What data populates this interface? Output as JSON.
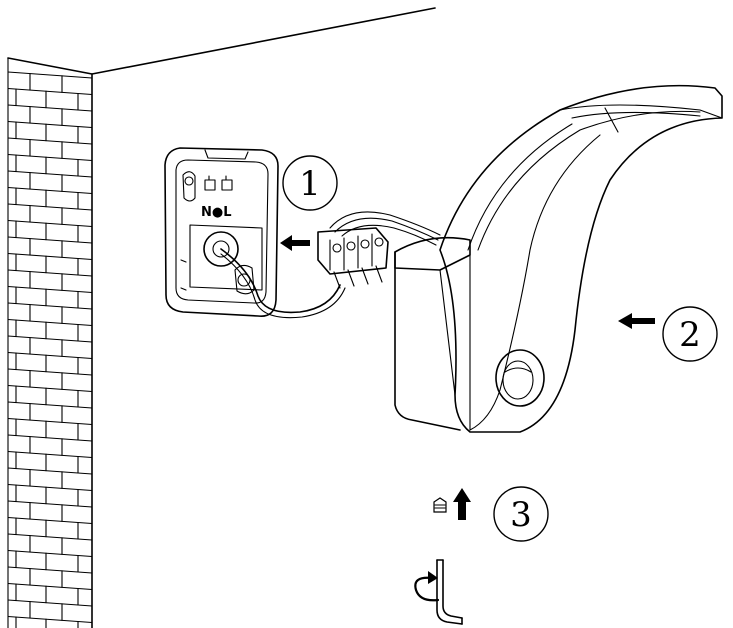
{
  "steps": [
    {
      "number": "1",
      "target": "mounting-plate"
    },
    {
      "number": "2",
      "target": "lamp-housing"
    },
    {
      "number": "3",
      "target": "fixing-screw"
    }
  ],
  "mounting_plate": {
    "terminal_labels": "N●L"
  },
  "icons": [
    "wall-brick-icon",
    "arrow-left-icon",
    "arrow-up-icon",
    "screw-icon",
    "hex-key-icon",
    "rotate-icon",
    "pir-sensor-icon"
  ]
}
